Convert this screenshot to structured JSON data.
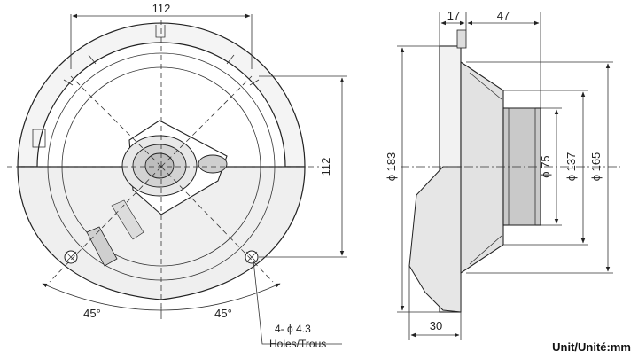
{
  "front_view": {
    "width_dim": "112",
    "height_dim": "112",
    "angle_left": "45°",
    "angle_right": "45°",
    "holes_line1": "4- ϕ 4.3",
    "holes_line2": "Holes/Trous"
  },
  "side_view": {
    "depth_flange": "17",
    "depth_body": "47",
    "depth_bottom": "30",
    "dia_outer": "ϕ 183",
    "dia_magnet": "ϕ 75",
    "dia_cutout": "ϕ 137",
    "dia_frame": "ϕ 165"
  },
  "unit_label": "Unit/Unité:mm",
  "colors": {
    "line": "#222222",
    "shade": "#d9d9d9",
    "frame": "#f2f2f2"
  }
}
